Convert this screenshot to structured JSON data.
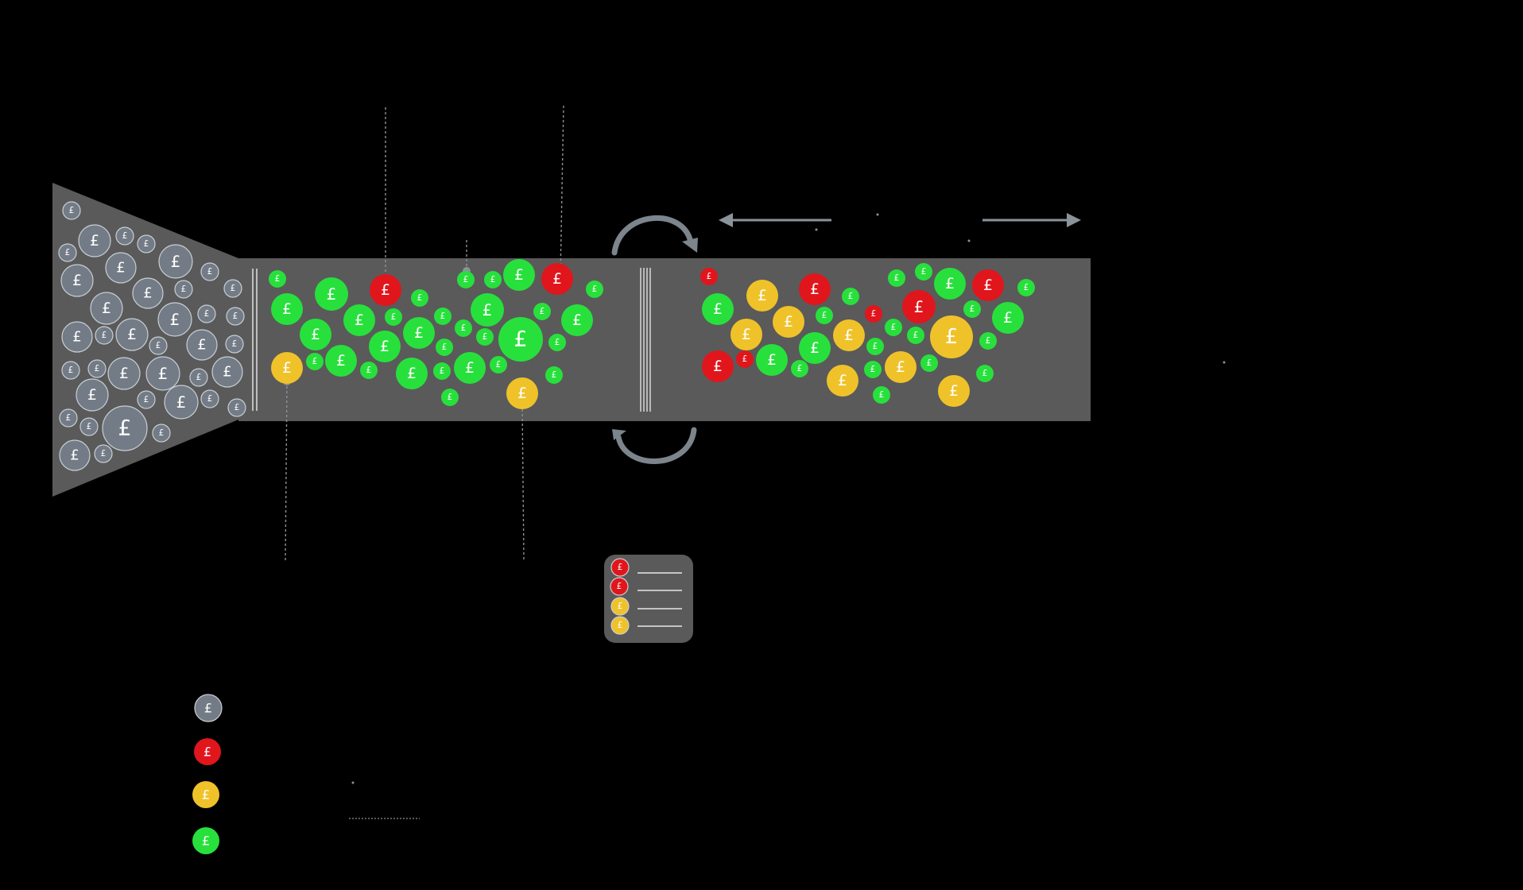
{
  "symbols": {
    "currency": "£"
  },
  "colors": {
    "background": "#000000",
    "funnel": "#5a5a5a",
    "pipe": "#5a5a5a",
    "coin_grey": "#737c86",
    "coin_red": "#e0161c",
    "coin_amber": "#f0c22a",
    "coin_green": "#28e03c",
    "connector": "#8a929a",
    "coin_text": "#ffffff"
  },
  "coins": {
    "funnel": [
      [
        90,
        265,
        11
      ],
      [
        119,
        303,
        20
      ],
      [
        157,
        297,
        11
      ],
      [
        184,
        307,
        11
      ],
      [
        85,
        318,
        11
      ],
      [
        152,
        337,
        19
      ],
      [
        221,
        329,
        21
      ],
      [
        264,
        342,
        11
      ],
      [
        97,
        353,
        20
      ],
      [
        186,
        369,
        19
      ],
      [
        231,
        364,
        11
      ],
      [
        293,
        363,
        11
      ],
      [
        134,
        388,
        20
      ],
      [
        220,
        402,
        21
      ],
      [
        260,
        395,
        11
      ],
      [
        97,
        424,
        19
      ],
      [
        131,
        422,
        11
      ],
      [
        166,
        421,
        20
      ],
      [
        199,
        435,
        11
      ],
      [
        254,
        434,
        19
      ],
      [
        296,
        398,
        11
      ],
      [
        295,
        433,
        11
      ],
      [
        89,
        466,
        11
      ],
      [
        122,
        464,
        11
      ],
      [
        156,
        470,
        20
      ],
      [
        205,
        470,
        21
      ],
      [
        250,
        475,
        11
      ],
      [
        286,
        468,
        19
      ],
      [
        116,
        497,
        20
      ],
      [
        184,
        503,
        11
      ],
      [
        264,
        502,
        11
      ],
      [
        228,
        506,
        21
      ],
      [
        298,
        513,
        11
      ],
      [
        86,
        526,
        11
      ],
      [
        112,
        537,
        11
      ],
      [
        157,
        539,
        28
      ],
      [
        203,
        545,
        11
      ],
      [
        94,
        573,
        19
      ],
      [
        130,
        571,
        11
      ]
    ],
    "left_pipe": [
      [
        349,
        351,
        11,
        "green"
      ],
      [
        417,
        370,
        21,
        "green"
      ],
      [
        485,
        365,
        20,
        "red"
      ],
      [
        528,
        375,
        11,
        "green"
      ],
      [
        586,
        352,
        11,
        "green"
      ],
      [
        620,
        352,
        11,
        "green"
      ],
      [
        653,
        346,
        20,
        "green"
      ],
      [
        701,
        351,
        20,
        "red"
      ],
      [
        748,
        364,
        11,
        "green"
      ],
      [
        361,
        389,
        20,
        "green"
      ],
      [
        452,
        403,
        20,
        "green"
      ],
      [
        495,
        399,
        11,
        "green"
      ],
      [
        557,
        398,
        11,
        "green"
      ],
      [
        613,
        390,
        21,
        "green"
      ],
      [
        682,
        392,
        11,
        "green"
      ],
      [
        726,
        403,
        20,
        "green"
      ],
      [
        397,
        421,
        20,
        "green"
      ],
      [
        484,
        436,
        20,
        "green"
      ],
      [
        527,
        419,
        20,
        "green"
      ],
      [
        583,
        413,
        11,
        "green"
      ],
      [
        610,
        424,
        11,
        "green"
      ],
      [
        655,
        427,
        28,
        "green"
      ],
      [
        701,
        431,
        11,
        "green"
      ],
      [
        361,
        463,
        20,
        "amber"
      ],
      [
        396,
        455,
        11,
        "green"
      ],
      [
        429,
        454,
        20,
        "green"
      ],
      [
        464,
        466,
        11,
        "green"
      ],
      [
        518,
        470,
        20,
        "green"
      ],
      [
        559,
        437,
        11,
        "green"
      ],
      [
        556,
        467,
        11,
        "green"
      ],
      [
        591,
        463,
        20,
        "green"
      ],
      [
        627,
        459,
        11,
        "green"
      ],
      [
        697,
        472,
        11,
        "green"
      ],
      [
        566,
        500,
        11,
        "green"
      ],
      [
        657,
        495,
        20,
        "amber"
      ]
    ],
    "right_pipe": [
      [
        892,
        348,
        11,
        "red"
      ],
      [
        959,
        372,
        20,
        "amber"
      ],
      [
        1025,
        364,
        20,
        "red"
      ],
      [
        1070,
        373,
        11,
        "green"
      ],
      [
        1128,
        350,
        11,
        "green"
      ],
      [
        1162,
        342,
        11,
        "green"
      ],
      [
        1195,
        357,
        20,
        "green"
      ],
      [
        1243,
        359,
        20,
        "red"
      ],
      [
        1291,
        362,
        11,
        "green"
      ],
      [
        903,
        389,
        20,
        "green"
      ],
      [
        992,
        405,
        20,
        "amber"
      ],
      [
        1037,
        397,
        11,
        "green"
      ],
      [
        1099,
        395,
        11,
        "red"
      ],
      [
        1156,
        386,
        21,
        "red"
      ],
      [
        1223,
        389,
        11,
        "green"
      ],
      [
        1268,
        400,
        20,
        "green"
      ],
      [
        939,
        421,
        20,
        "amber"
      ],
      [
        1025,
        438,
        20,
        "green"
      ],
      [
        1068,
        422,
        20,
        "amber"
      ],
      [
        1124,
        412,
        11,
        "green"
      ],
      [
        1152,
        422,
        11,
        "green"
      ],
      [
        1197,
        424,
        27,
        "amber"
      ],
      [
        1243,
        429,
        11,
        "green"
      ],
      [
        903,
        461,
        20,
        "red"
      ],
      [
        937,
        452,
        11,
        "red"
      ],
      [
        971,
        453,
        20,
        "green"
      ],
      [
        1006,
        464,
        11,
        "green"
      ],
      [
        1060,
        479,
        20,
        "amber"
      ],
      [
        1101,
        436,
        11,
        "green"
      ],
      [
        1098,
        465,
        11,
        "green"
      ],
      [
        1133,
        462,
        20,
        "amber"
      ],
      [
        1169,
        457,
        11,
        "green"
      ],
      [
        1239,
        470,
        11,
        "green"
      ],
      [
        1109,
        497,
        11,
        "green"
      ],
      [
        1200,
        492,
        20,
        "amber"
      ]
    ],
    "small_legend": [
      [
        780,
        714,
        11,
        "red"
      ],
      [
        779,
        738,
        11,
        "red"
      ],
      [
        780,
        763,
        11,
        "amber"
      ],
      [
        780,
        787,
        11,
        "amber"
      ]
    ],
    "key": [
      [
        262,
        891,
        17,
        "grey"
      ],
      [
        261,
        946,
        17,
        "red"
      ],
      [
        259,
        1000,
        17,
        "amber"
      ],
      [
        259,
        1058,
        17,
        "green"
      ]
    ]
  }
}
